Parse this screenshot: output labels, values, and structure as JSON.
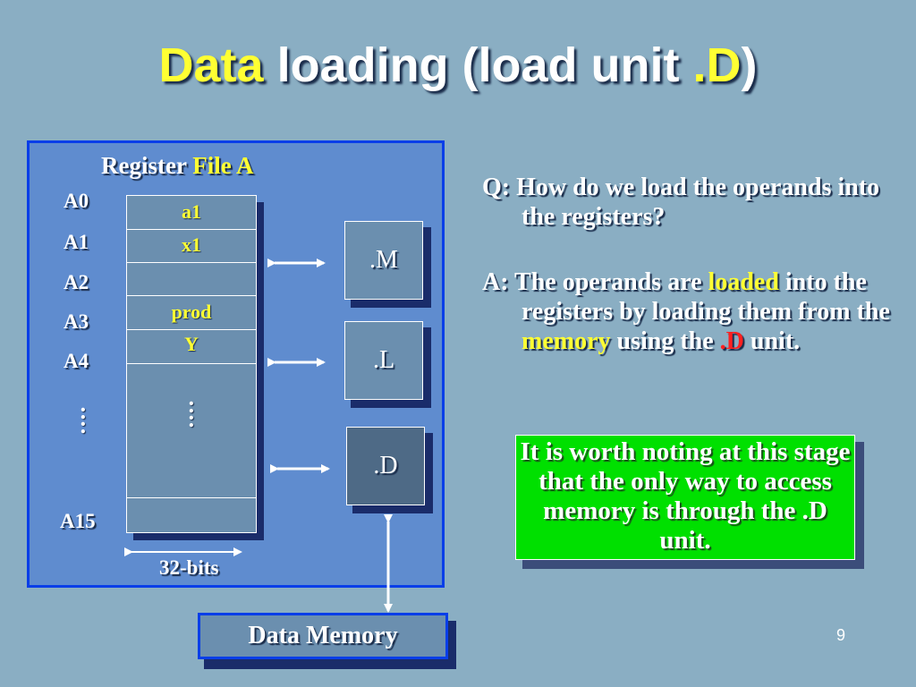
{
  "title": {
    "part1": "Data",
    "part2": " loading (load unit ",
    "part3": ".D",
    "part4": ")"
  },
  "register_file": {
    "title_prefix": "Register ",
    "title_highlight": "File A",
    "labels": [
      "A0",
      "A1",
      "A2",
      "A3",
      "A4",
      ":",
      "A15"
    ],
    "cells": [
      "a1",
      "x1",
      "",
      "prod",
      "Y"
    ],
    "vertical_dots": ":",
    "width_label": "32-bits"
  },
  "units": {
    "m": ".M",
    "l": ".L",
    "d": ".D"
  },
  "data_memory": "Data Memory",
  "question": {
    "prefix": "Q: ",
    "text": "How do we load the operands into the registers?"
  },
  "answer": {
    "prefix": "A: ",
    "t1": "The operands are ",
    "h1": "loaded",
    "t2": " into the registers by loading them from the ",
    "h2": "memory",
    "t3": " using the ",
    "h3": ".D",
    "t4": " unit."
  },
  "note": "It is worth noting at this stage that the only way to access memory is through the .D unit.",
  "page_number": "9",
  "colors": {
    "background": "#8aaec3",
    "highlight": "#ffff33",
    "accent_red": "#ff2020",
    "note_green": "#00e000",
    "panel_border": "#0a3ee8"
  }
}
